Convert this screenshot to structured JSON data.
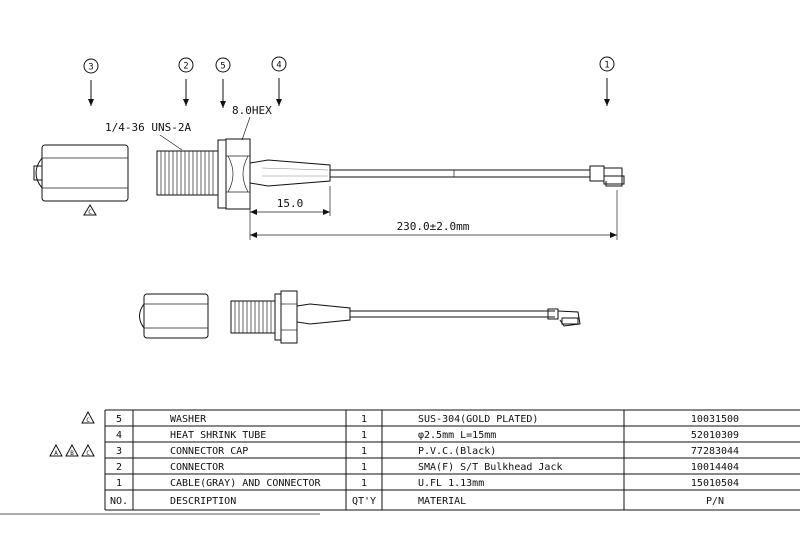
{
  "callouts": [
    "3",
    "2",
    "5",
    "4",
    "1"
  ],
  "labels": {
    "thread": "1/4-36 UNS-2A",
    "hex": "8.0HEX",
    "dim_short": "15.0",
    "dim_long": "230.0±2.0mm"
  },
  "bom": {
    "header": {
      "no": "NO.",
      "desc": "DESCRIPTION",
      "qty": "QT'Y",
      "mat": "MATERIAL",
      "pn": "P/N"
    },
    "rows": [
      {
        "no": "5",
        "desc": "WASHER",
        "qty": "1",
        "mat": "SUS-304(GOLD PLATED)",
        "pn": "10031500"
      },
      {
        "no": "4",
        "desc": "HEAT SHRINK TUBE",
        "qty": "1",
        "mat": "φ2.5mm L=15mm",
        "pn": "52010309"
      },
      {
        "no": "3",
        "desc": "CONNECTOR CAP",
        "qty": "1",
        "mat": "P.V.C.(Black)",
        "pn": "77283044"
      },
      {
        "no": "2",
        "desc": "CONNECTOR",
        "qty": "1",
        "mat": "SMA(F) S/T Bulkhead Jack",
        "pn": "10014404"
      },
      {
        "no": "1",
        "desc": "CABLE(GRAY) AND CONNECTOR",
        "qty": "1",
        "mat": "U.FL 1.13mm",
        "pn": "15010504"
      }
    ]
  },
  "revision_marks": {
    "cap_mark": "C",
    "row5": [
      "C"
    ],
    "row3": [
      "A",
      "B",
      "C"
    ]
  }
}
